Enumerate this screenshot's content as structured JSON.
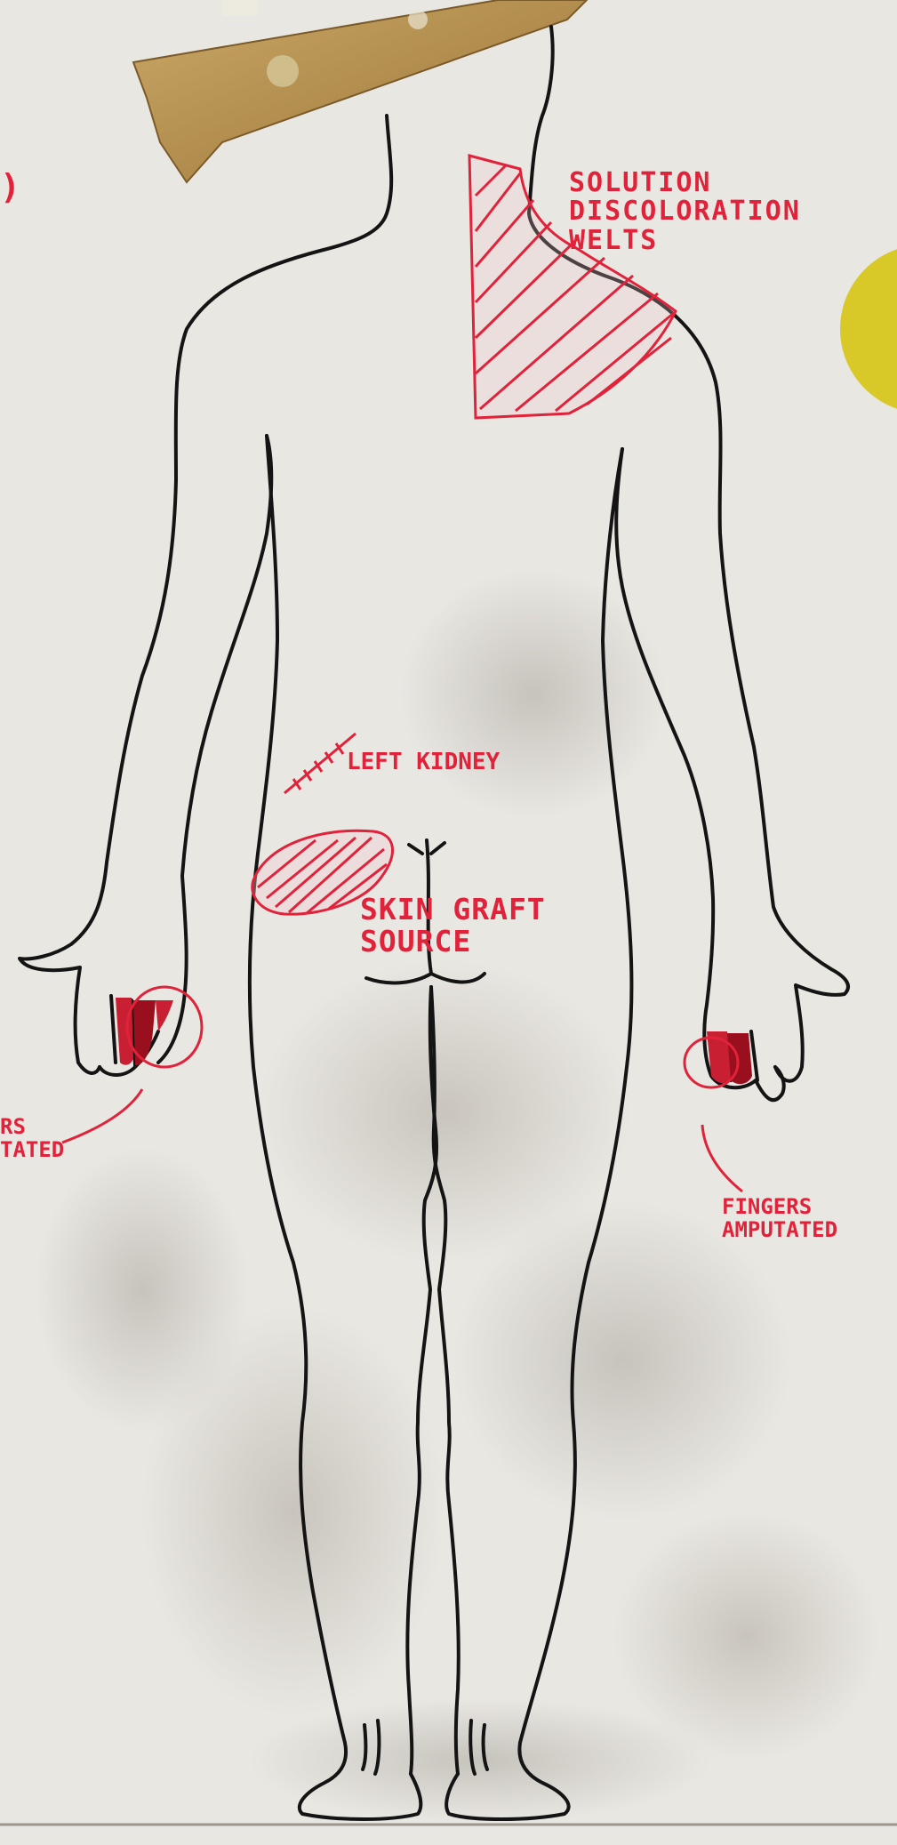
{
  "annotations": {
    "shoulder": "Solution Discoloration Welts",
    "kidney": "Left Kidney",
    "graft": "Skin Graft Source",
    "fingers_right": "Fingers Amputated",
    "fingers_left_partial": "rs\ntated",
    "left_edge_partial": ")"
  },
  "colors": {
    "ink": "#141414",
    "red_ink": "#e0233a",
    "dark_red": "#9a0f1d",
    "paper": "#e9e7e2",
    "tape": "#b79554",
    "yellow_sticker": "#d8c928"
  }
}
